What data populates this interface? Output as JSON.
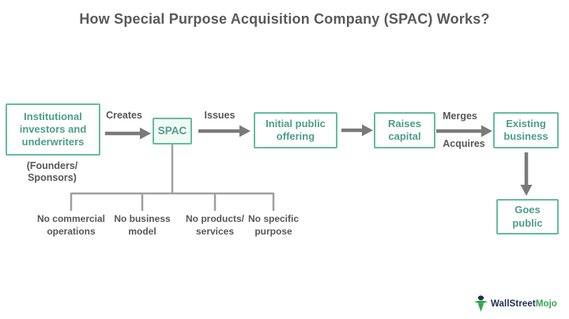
{
  "title": "How Special Purpose Acquisition Company (SPAC) Works?",
  "flow": {
    "boxes": {
      "founders": "Institutional investors and underwriters",
      "founders_caption_line1": "(Founders/",
      "founders_caption_line2": "Sponsors)",
      "spac": "SPAC",
      "ipo": "Initial public offering",
      "raises": "Raises capital",
      "existing": "Existing business",
      "goes_public": "Goes public"
    },
    "arrow_labels": {
      "creates": "Creates",
      "issues": "Issues",
      "merges": "Merges",
      "acquires": "Acquires"
    }
  },
  "spac_characteristics": [
    "No commercial operations",
    "No business model",
    "No products/ services",
    "No specific purpose"
  ],
  "logo": {
    "brand_part1": "WallStreet",
    "brand_part2": "Mojo",
    "icon": "mojo-figure-icon"
  },
  "colors": {
    "box_border_teal": "#63bca1",
    "box_text_teal": "#4c9e88",
    "gray_text": "#575757",
    "arrow_gray": "#7a7a7a",
    "tree_line_gray": "#9f9f9f",
    "logo_navy": "#1e2c4f",
    "logo_green": "#2fa84f"
  }
}
